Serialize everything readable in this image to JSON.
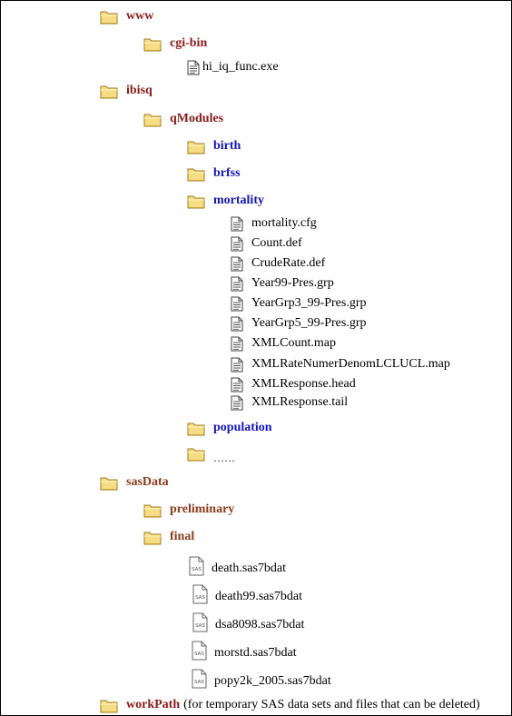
{
  "tree": {
    "www": "www",
    "cgi_bin": "cgi-bin",
    "hi_iq_func": "hi_iq_func.exe",
    "ibisq": "ibisq",
    "qModules": "qModules",
    "birth": "birth",
    "brfss": "brfss",
    "mortality": "mortality",
    "mortality_files": [
      "mortality.cfg",
      "Count.def",
      "CrudeRate.def",
      "Year99-Pres.grp",
      "YearGrp3_99-Pres.grp",
      "YearGrp5_99-Pres.grp",
      "XMLCount.map",
      "XMLRateNumerDenomLCLUCL.map",
      "XMLResponse.head",
      "XMLResponse.tail"
    ],
    "population": "population",
    "ellipsis": "……",
    "sasData": "sasData",
    "preliminary": "preliminary",
    "final": "final",
    "sas_files": [
      "death.sas7bdat",
      "death99.sas7bdat",
      "dsa8098.sas7bdat",
      "morstd.sas7bdat",
      "popy2k_2005.sas7bdat"
    ],
    "workPath": "workPath",
    "workPath_note": "(for temporary SAS data sets and files that can be deleted)"
  },
  "icons": {
    "folder": "folder-icon",
    "file": "file-icon",
    "sas": "sas-file-icon"
  },
  "colors": {
    "folder_fill": "#f8e08a",
    "folder_stroke": "#b08a20",
    "label_red": "#8b1a1a",
    "label_blue": "#1414b8",
    "label_brown": "#8b3a1a"
  }
}
